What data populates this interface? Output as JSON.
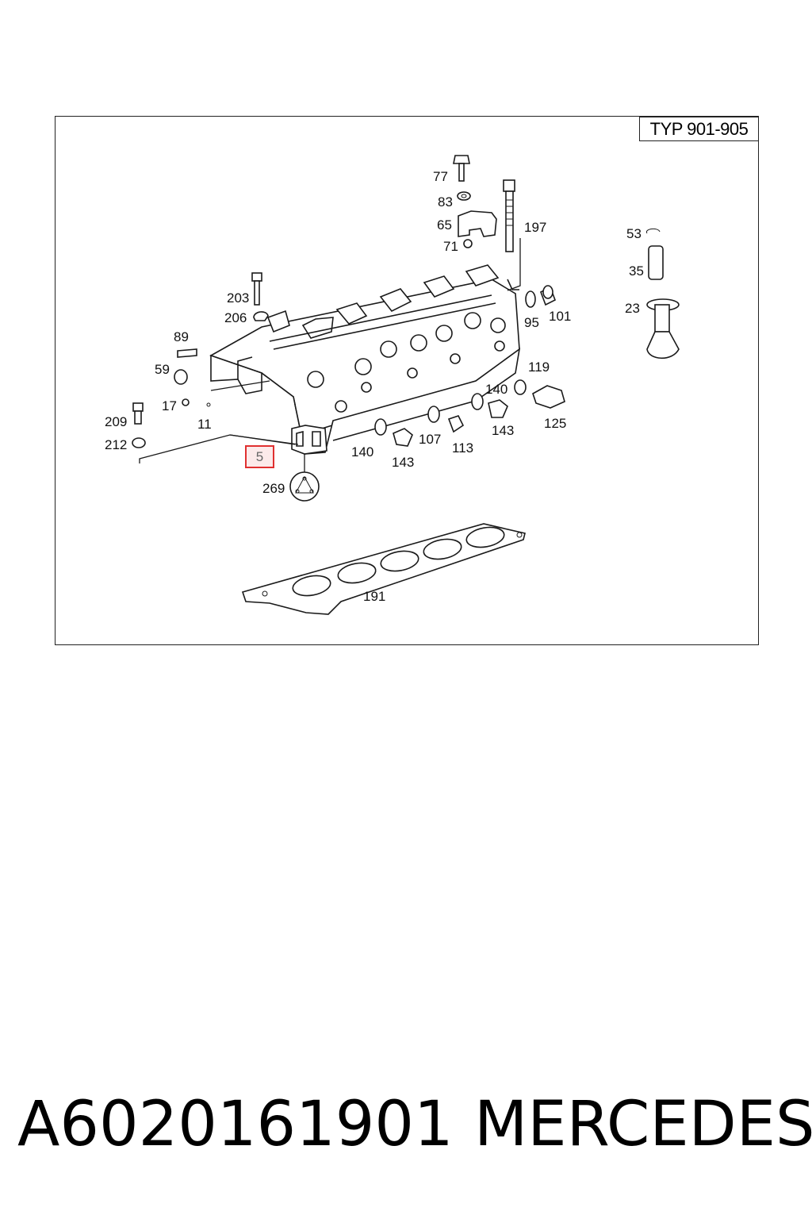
{
  "diagram": {
    "type_label": "TYP 901-905",
    "highlighted_callout": "5",
    "callouts": {
      "c77": "77",
      "c83": "83",
      "c65": "65",
      "c71": "71",
      "c197": "197",
      "c53": "53",
      "c35": "35",
      "c23": "23",
      "c203": "203",
      "c206": "206",
      "c89": "89",
      "c59": "59",
      "c17": "17",
      "c11": "11",
      "c209": "209",
      "c212": "212",
      "c269": "269",
      "c95": "95",
      "c101": "101",
      "c119": "119",
      "c140a": "140",
      "c125": "125",
      "c143a": "143",
      "c140b": "140",
      "c107": "107",
      "c113": "113",
      "c143b": "143",
      "c191": "191"
    }
  },
  "footer": {
    "part_number": "A6020161901",
    "brand": "MERCEDES"
  },
  "colors": {
    "highlight_border": "#e03030",
    "line": "#1a1a1a",
    "background": "#ffffff"
  }
}
